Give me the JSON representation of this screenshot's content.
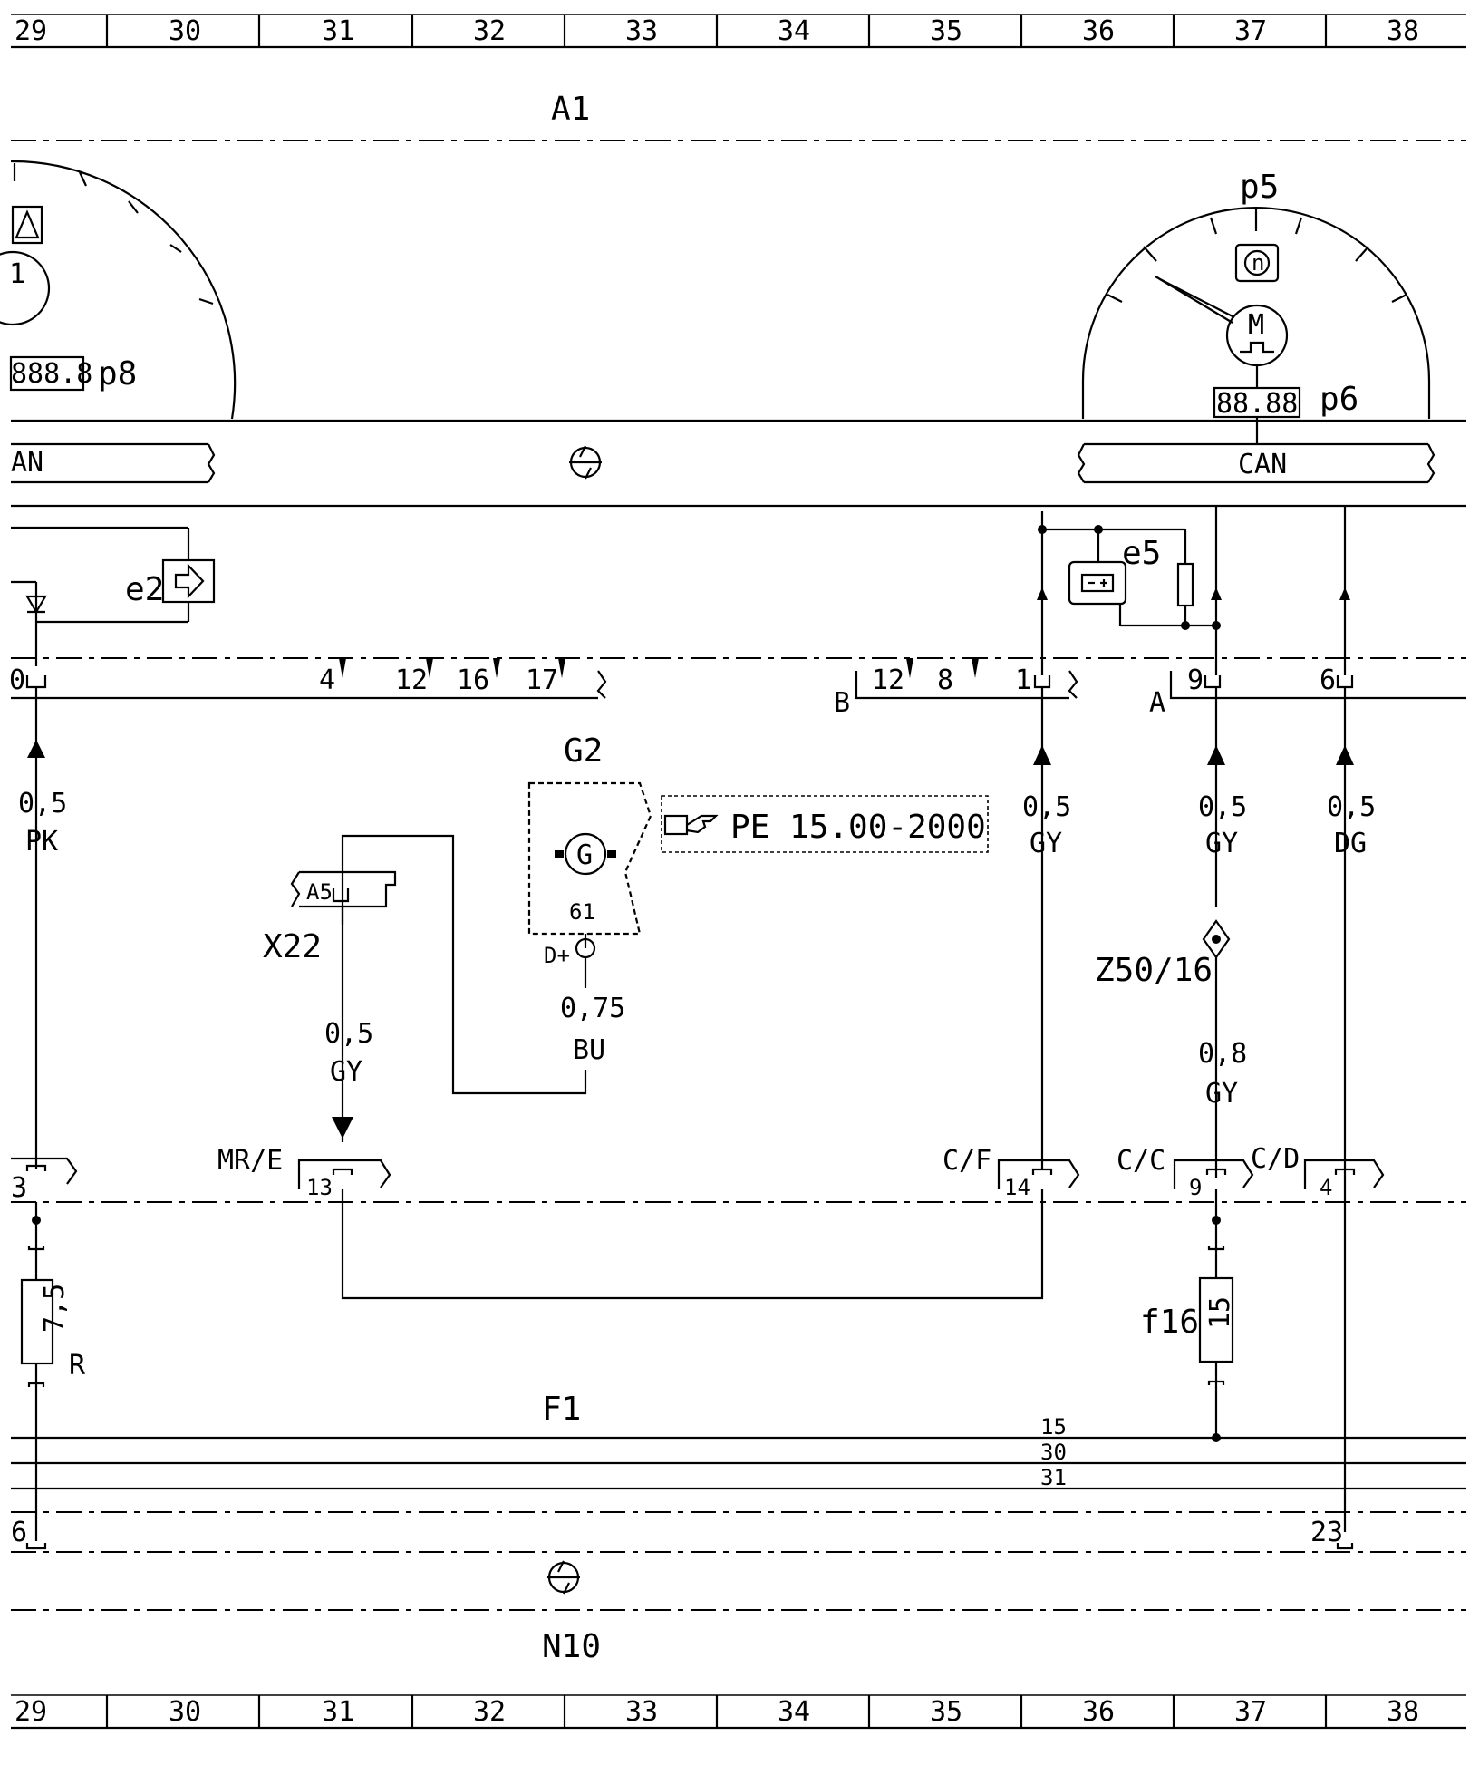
{
  "grid_numbers": [
    "29",
    "30",
    "31",
    "32",
    "33",
    "34",
    "35",
    "36",
    "37",
    "38"
  ],
  "components": {
    "a1": "A1",
    "n10": "N10",
    "g2": "G2",
    "x22": "X22",
    "f1": "F1",
    "f16": "f16",
    "z50": "Z50/16",
    "p5": "p5",
    "p6": "p6",
    "p8": "p8",
    "e2": "e2",
    "e5": "e5",
    "r": "R"
  },
  "bus": {
    "can_left": "AN",
    "can_right": "CAN"
  },
  "displays": {
    "p8_digits": "888.8",
    "p6_digits": "88.88"
  },
  "symbols": {
    "motor": "M",
    "generator": "G",
    "gauge": "n",
    "gauge_left": "1"
  },
  "connectors": {
    "top_left_pin": "0",
    "top_pins_a1": [
      "4",
      "12",
      "16",
      "17"
    ],
    "b_label": "B",
    "b_pins": [
      "12",
      "8",
      "1"
    ],
    "a_label": "A",
    "a_pin": "9",
    "right_pin": "6",
    "x22_pin": "A5",
    "g2_pin": "61",
    "g2_terminal": "D+",
    "mre_label": "MR/E",
    "mre_pin": "13",
    "cf_label": "C/F",
    "cf_pin": "14",
    "cc_label": "C/C",
    "cc_pin": "9",
    "cd_label": "C/D",
    "cd_pin": "4",
    "left_pin_3": "3",
    "n10_left_pin": "6",
    "n10_right_pin": "23"
  },
  "wires": [
    {
      "size": "0,5",
      "color": "PK"
    },
    {
      "size": "0,5",
      "color": "GY"
    },
    {
      "size": "0,75",
      "color": "BU"
    },
    {
      "size": "0,5",
      "color": "GY"
    },
    {
      "size": "0,5",
      "color": "GY"
    },
    {
      "size": "0,5",
      "color": "DG"
    },
    {
      "size": "0,8",
      "color": "GY"
    }
  ],
  "fuses": {
    "left_rating": "7,5",
    "f16_rating": "15"
  },
  "rails": [
    "15",
    "30",
    "31"
  ],
  "note": "PE 15.00-2000"
}
